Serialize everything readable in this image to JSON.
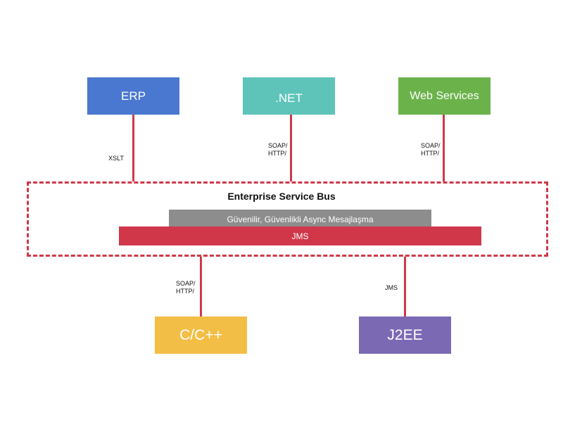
{
  "top_systems": [
    {
      "label": "ERP",
      "color": "#4a78d0"
    },
    {
      "label": ".NET",
      "color": "#5ec4b9"
    },
    {
      "label": "Web Services",
      "color": "#6bb24b"
    }
  ],
  "bottom_systems": [
    {
      "label": "C/C++",
      "color": "#f3be45"
    },
    {
      "label": "J2EE",
      "color": "#7b69b4"
    }
  ],
  "connections": {
    "erp": [
      "XSLT"
    ],
    "net": [
      "SOAP/",
      "HTTP/"
    ],
    "web_services": [
      "SOAP/",
      "HTTP/"
    ],
    "cpp": [
      "SOAP/",
      "HTTP/"
    ],
    "j2ee": [
      "JMS"
    ]
  },
  "esb": {
    "title": "Enterprise Service Bus",
    "messaging_label": "Güvenilir, Güvenlikli Async  Mesajlaşma",
    "jms_label": "JMS"
  },
  "colors": {
    "connector": "#d0384a",
    "messaging_bar": "#8d8d8d",
    "jms_bar": "#d0384a"
  }
}
